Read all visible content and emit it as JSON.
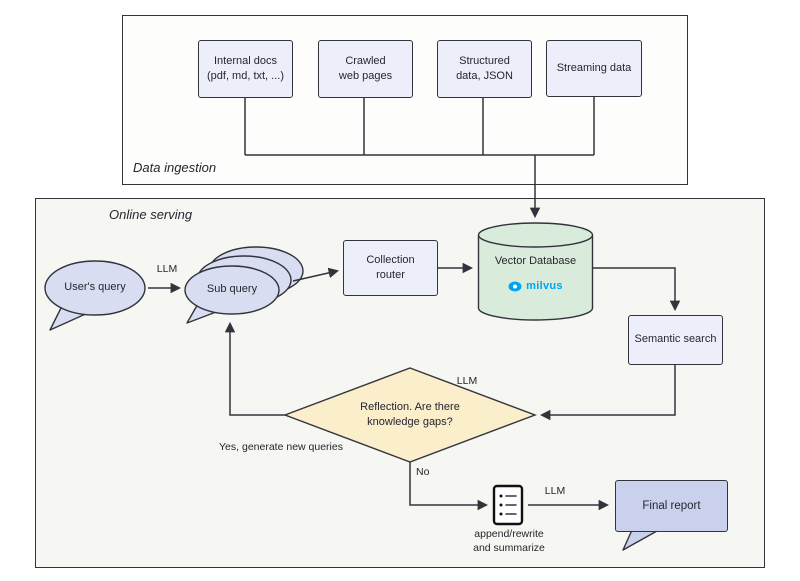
{
  "diagram": {
    "data_ingestion": {
      "title": "Data ingestion",
      "sources": {
        "internal_docs": "Internal docs\n(pdf, md, txt, ...)",
        "crawled": "Crawled\nweb pages",
        "structured": "Structured\ndata, JSON",
        "streaming": "Streaming data"
      }
    },
    "online_serving": {
      "title": "Online serving",
      "users_query": "User's query",
      "llm_query": "LLM",
      "sub_query": "Sub query",
      "collection_router": "Collection\nrouter",
      "vector_database": "Vector Database",
      "milvus": "milvus",
      "semantic_search": "Semantic search",
      "llm_reflection": "LLM",
      "reflection": "Reflection. Are there\nknowledge gaps?",
      "yes_branch": "Yes, generate new queries",
      "no_branch": "No",
      "append_note": "append/rewrite\nand summarize",
      "llm_report": "LLM",
      "final_report": "Final report"
    },
    "colors": {
      "node_fill": "#eceff9",
      "bubble_fill": "#d8ddf1",
      "cylinder_fill": "#d9ecdc",
      "diamond_fill": "#fbeecb",
      "report_fill": "#c9d1ec",
      "stroke": "#33333c",
      "milvus_blue": "#00a4ef"
    }
  }
}
